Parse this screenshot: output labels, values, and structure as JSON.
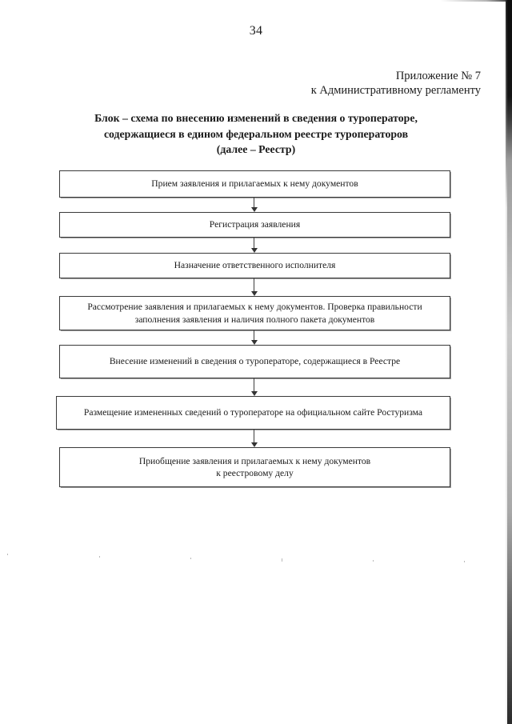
{
  "page": {
    "number": "34"
  },
  "appendix_header": {
    "line1": "Приложение № 7",
    "line2": "к Административному регламенту"
  },
  "title": {
    "line1": "Блок – схема по внесению изменений в сведения о туроператоре,",
    "line2": "содержащиеся в едином федеральном реестре туроператоров",
    "line3": "(далее – Реестр)"
  },
  "flowchart": {
    "type": "flowchart",
    "orientation": "vertical",
    "connector": "arrow-down",
    "steps": [
      {
        "index": 1,
        "lines": [
          "Прием заявления и прилагаемых к нему документов"
        ]
      },
      {
        "index": 2,
        "lines": [
          "Регистрация заявления"
        ]
      },
      {
        "index": 3,
        "lines": [
          "Назначение ответственного исполнителя"
        ]
      },
      {
        "index": 4,
        "lines": [
          "Рассмотрение заявления и прилагаемых к нему документов. Проверка правильности",
          "заполнения заявления и наличия полного пакета документов"
        ]
      },
      {
        "index": 5,
        "lines": [
          "Внесение изменений в сведения о туроператоре, содержащиеся в Реестре"
        ]
      },
      {
        "index": 6,
        "lines": [
          "Размещение измененных сведений о туроператоре на официальном сайте Ростуризма"
        ]
      },
      {
        "index": 7,
        "lines": [
          "Приобщение заявления и прилагаемых к нему документов",
          "к реестровому делу"
        ]
      }
    ]
  }
}
